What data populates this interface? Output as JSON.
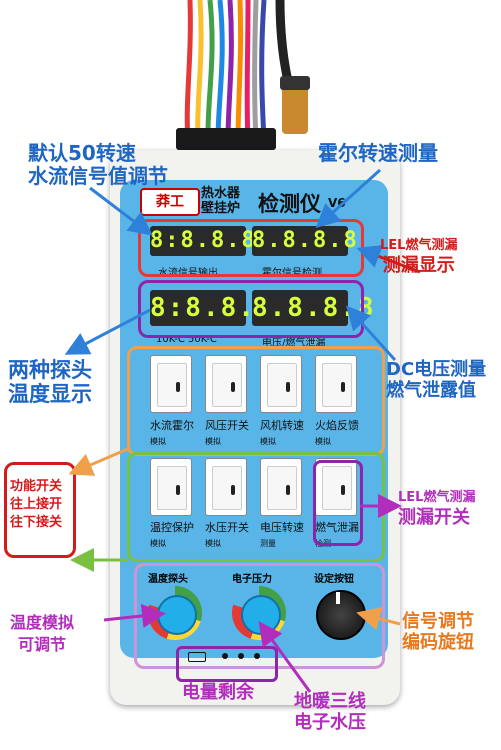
{
  "callouts": {
    "default_50": [
      "默认50转速",
      "水流信号值调节"
    ],
    "hall_speed": "霍尔转速测量",
    "lel_display": [
      "LEL燃气测漏",
      "测漏显示"
    ],
    "two_probe": [
      "两种探头",
      "温度显示"
    ],
    "dc_voltage": [
      "DC电压测量",
      "燃气泄露值"
    ],
    "function_switch": [
      "功能开关",
      "往上接开",
      "往下接关"
    ],
    "lel_switch": [
      "LEL燃气测漏",
      "测漏开关"
    ],
    "temp_sim": [
      "温度模拟",
      "可调节"
    ],
    "encoder": [
      "信号调节",
      "编码旋钮"
    ],
    "battery": "电量剩余",
    "floor_heat": [
      "地暖三线",
      "电子水压"
    ]
  },
  "device": {
    "logo": "莽工",
    "title_small": [
      "热水器",
      "壁挂炉"
    ],
    "title_big": "检测仪",
    "version": "V6",
    "displays": [
      {
        "value": "8:8.8.8",
        "label": "水流信号输出"
      },
      {
        "value": "8.8.8.8",
        "label": "霍尔信号检测"
      },
      {
        "value": "8:8.8.8",
        "label": "10K-C  50K-C"
      },
      {
        "value": "8.8.8.8",
        "label": "电压/燃气泄漏"
      }
    ],
    "switches_row1": [
      {
        "label": "水流霍尔",
        "tag": "模拟"
      },
      {
        "label": "风压开关",
        "tag": "模拟"
      },
      {
        "label": "风机转速",
        "tag": "模拟"
      },
      {
        "label": "火焰反馈",
        "tag": "模拟"
      }
    ],
    "switches_row2": [
      {
        "label": "温控保护",
        "tag": "模拟"
      },
      {
        "label": "水压开关",
        "tag": "模拟"
      },
      {
        "label": "电压转速",
        "tag": "测量"
      },
      {
        "label": "燃气泄漏",
        "tag": "检测"
      }
    ],
    "knobs": [
      {
        "label": "温度探头"
      },
      {
        "label": "电子压力"
      },
      {
        "label": "设定按钮"
      }
    ]
  },
  "colors": {
    "blue": "#1f66c4",
    "purple": "#b32dbd",
    "red": "#d21c1c",
    "orange": "#f0a04a",
    "green": "#7ac143",
    "panel": "#59b5e8",
    "led": "#d6ff3c"
  }
}
